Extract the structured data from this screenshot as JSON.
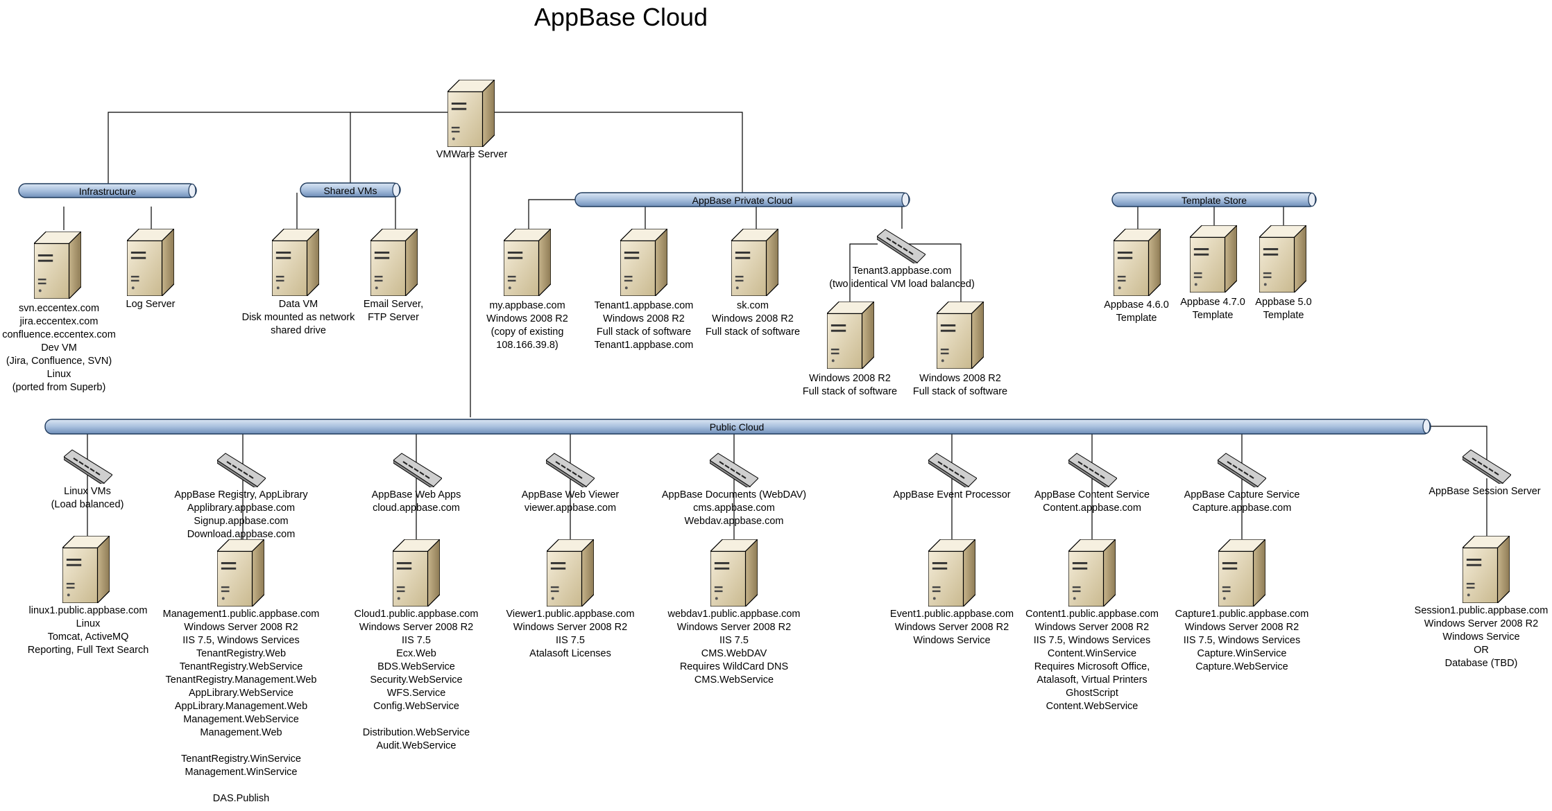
{
  "title": "AppBase Cloud",
  "colors": {
    "bus_fill": "#a9c0de",
    "bus_stroke": "#1f3a5c",
    "server_front": "#e2d6bb",
    "server_side": "#b8a67f",
    "line": "#000000"
  },
  "root": {
    "label": "VMWare Server",
    "icon": "server-icon"
  },
  "buses": {
    "infrastructure": "Infrastructure",
    "shared": "Shared VMs",
    "private": "AppBase Private Cloud",
    "template": "Template Store",
    "public": "Public Cloud"
  },
  "infrastructure": {
    "svn": "svn.eccentex.com\njira.eccentex.com\nconfluence.eccentex.com\nDev VM\n(Jira, Confluence, SVN)\nLinux\n(ported from Superb)",
    "log": "Log Server"
  },
  "shared": {
    "data": "Data VM\nDisk mounted as network\nshared drive",
    "email": "Email Server,\nFTP Server"
  },
  "private": {
    "my": "my.appbase.com\nWindows 2008 R2\n(copy of existing\n108.166.39.8)",
    "tenant1": "Tenant1.appbase.com\nWindows 2008 R2\nFull stack of software\nTenant1.appbase.com",
    "sk": "sk.com\nWindows 2008 R2\nFull stack of software",
    "tenant3": "Tenant3.appbase.com\n(two identical VM load balanced)",
    "tenant3_a": "Windows 2008 R2\nFull stack of software",
    "tenant3_b": "Windows 2008 R2\nFull stack of software"
  },
  "templates": {
    "t460": "Appbase 4.6.0\nTemplate",
    "t470": "Appbase 4.7.0\nTemplate",
    "t50": "Appbase 5.0\nTemplate"
  },
  "public": {
    "linux": {
      "lb": "Linux VMs\n(Load balanced)",
      "server": "linux1.public.appbase.com\nLinux\nTomcat, ActiveMQ\nReporting, Full Text Search"
    },
    "registry": {
      "lb": "AppBase Registry, AppLibrary\nApplibrary.appbase.com\nSignup.appbase.com\nDownload.appbase.com",
      "server": "Management1.public.appbase.com\nWindows Server 2008 R2\nIIS 7.5, Windows Services\nTenantRegistry.Web\nTenantRegistry.WebService\nTenantRegistry.Management.Web\nAppLibrary.WebService\nAppLibrary.Management.Web\nManagement.WebService\nManagement.Web\n\nTenantRegistry.WinService\nManagement.WinService\n\nDAS.Publish"
    },
    "webapps": {
      "lb": "AppBase Web Apps\ncloud.appbase.com",
      "server": "Cloud1.public.appbase.com\nWindows Server 2008 R2\nIIS 7.5\nEcx.Web\nBDS.WebService\nSecurity.WebService\nWFS.Service\nConfig.WebService\n\nDistribution.WebService\nAudit.WebService"
    },
    "viewer": {
      "lb": "AppBase Web Viewer\nviewer.appbase.com",
      "server": "Viewer1.public.appbase.com\nWindows Server 2008 R2\nIIS 7.5\nAtalasoft Licenses"
    },
    "documents": {
      "lb": "AppBase Documents (WebDAV)\ncms.appbase.com\nWebdav.appbase.com",
      "server": "webdav1.public.appbase.com\nWindows Server 2008 R2\nIIS 7.5\nCMS.WebDAV\nRequires WildCard DNS\nCMS.WebService"
    },
    "event": {
      "lb": "AppBase Event Processor",
      "server": "Event1.public.appbase.com\nWindows Server 2008 R2\nWindows Service"
    },
    "content": {
      "lb": "AppBase Content Service\nContent.appbase.com",
      "server": "Content1.public.appbase.com\nWindows Server 2008 R2\nIIS 7.5, Windows Services\nContent.WinService\nRequires Microsoft Office,\nAtalasoft, Virtual Printers\nGhostScript\nContent.WebService"
    },
    "capture": {
      "lb": "AppBase Capture Service\nCapture.appbase.com",
      "server": "Capture1.public.appbase.com\nWindows Server 2008 R2\nIIS 7.5, Windows Services\nCapture.WinService\nCapture.WebService"
    },
    "session": {
      "lb": "AppBase Session Server",
      "server": "Session1.public.appbase.com\nWindows Server 2008 R2\nWindows Service\nOR\nDatabase (TBD)"
    }
  }
}
